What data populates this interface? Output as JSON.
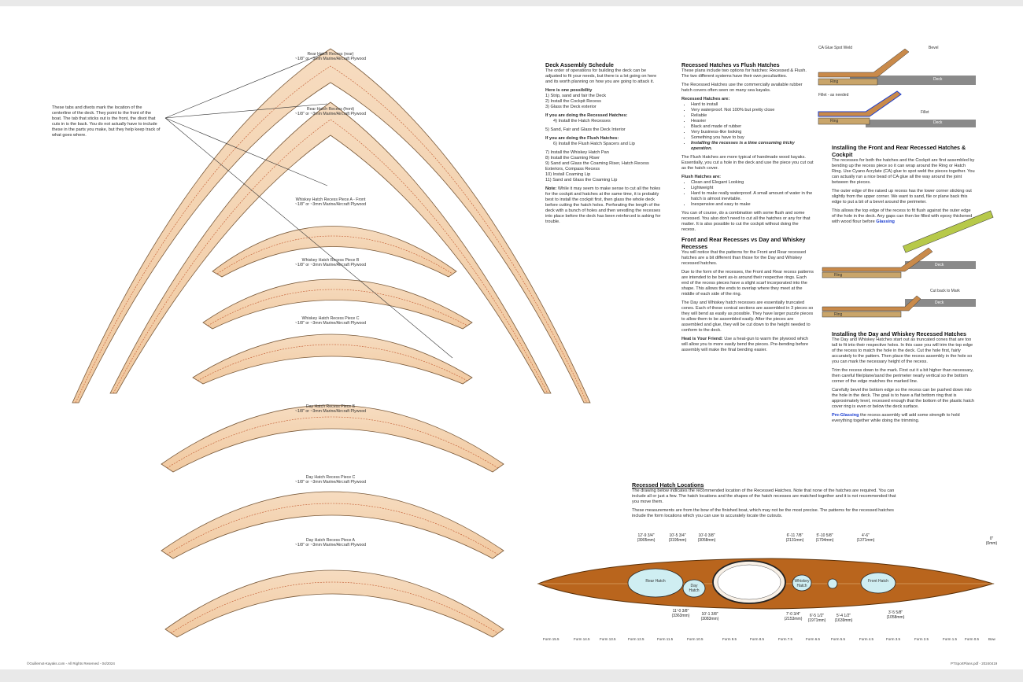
{
  "note_left": "These tabs and divots mark the location of the centerline of the deck. They point to the front of the boat. The tab that sticks out is the front, the divot that cuts in is the back. You do not actually have to include these in the parts you make, but they help keep track of what goes where.",
  "pieces": [
    {
      "title": "Rear Hatch Recess (rear)",
      "sub": "~1/8\" or ~3mm Marine/Aircraft Plywood"
    },
    {
      "title": "Rear Hatch Recess (front)",
      "sub": "~1/8\" or ~3mm Marine/Aircraft Plywood"
    },
    {
      "title": "Whiskey Hatch Recess Piece A - Front",
      "sub": "~1/8\" or ~3mm Marine/Aircraft Plywood"
    },
    {
      "title": "Whiskey Hatch Recess Piece B",
      "sub": "~1/8\" or ~3mm Marine/Aircraft Plywood"
    },
    {
      "title": "Whiskey Hatch Recess Piece C",
      "sub": "~1/8\" or ~3mm Marine/Aircraft Plywood"
    },
    {
      "title": "Day Hatch Recess Piece B",
      "sub": "~1/8\" or ~3mm Marine/Aircraft Plywood"
    },
    {
      "title": "Day Hatch Recess Piece C",
      "sub": "~1/8\" or ~3mm Marine/Aircraft Plywood"
    },
    {
      "title": "Day Hatch Recess Piece A",
      "sub": "~1/8\" or ~3mm Marine/Aircraft Plywood"
    }
  ],
  "col1": {
    "title": "Deck Assembly Schedule",
    "intro": "The order of operations for building the deck can be adjusted to fit your needs, but there is a lot going on here and its worth planning on how you are going to attack it.",
    "possibility": "Here is one possibility",
    "steps_a": [
      "1) Strip, sand and fair the Deck",
      "2) Install the Cockpit Recess",
      "3) Glass the Deck exterior"
    ],
    "recessed_head": "If you are doing the Recessed Hatches:",
    "recessed_step": "4) Install the Hatch Recesses",
    "step5": "5) Sand, Fair and Glass the Deck Interior",
    "flush_head": "If you are doing the Flush Hatches:",
    "flush_step": "6) Install the Flush Hatch Spacers and Lip",
    "steps_b": [
      "7) Install the Whiskey Hatch Pan",
      "8) Install the Coaming Riser",
      "9) Sand and Glass the Coaming Riser, Hatch Recess Exteriors, Compass Recess",
      "10) Install Coaming Lip",
      "11) Sand and Glass the Coaming Lip"
    ],
    "note_label": "Note:",
    "note": "While it may seem to make sense to cut all the holes for the cockpit and hatches at the same time, it is probably best to install the cockpit first, then glass the whole deck before cutting the hatch holes. Perforating the length of the deck with a bunch of holes and then wrestling the recesses into place before the deck has been reinforced is asking for trouble."
  },
  "col2": {
    "title": "Recessed Hatches vs Flush Hatches",
    "intro": "These plans include two options for hatches: Recessed & Flush. The two different systems have their own peculiarities.",
    "recessed_p": "The Recessed Hatches use the commercially available rubber hatch covers often seen on many sea kayaks.",
    "recessed_are": "Recessed Hatches are:",
    "recessed_list": [
      "Hard to install",
      "Very waterproof. Not 100% but pretty close",
      "Reliable",
      "Heavier",
      "Black and made of rubber",
      "Very business-like looking",
      "Something you have to buy",
      "Installing the recesses is a time consuming tricky operation."
    ],
    "flush_p": "The Flush Hatches are more typical of handmade wood kayaks. Essentially, you cut a hole in the deck and use the piece you cut out as the hatch cover.",
    "flush_are": "Flush Hatches are:",
    "flush_list": [
      "Clean and Elegant Looking",
      "Lightweight",
      "Hard to make really waterproof. A small amount of water in the hatch is almost inevitable.",
      "Inexpensive and easy to make"
    ],
    "combo_p": "You can of course, do a combination with some flush and some recessed. You also don't need to cut all the hatches or any for that matter. It is also possible to cut the cockpit without doing the recess.",
    "front_title": "Front and Rear Recesses vs Day and Whiskey Recesses",
    "front_p1": "You will notice that the patterns for the Front and Rear recessed hatches are a bit different than those for the Day and Whiskey recessed hatches.",
    "front_p2": "Due to the form of the recesses, the Front and Rear recess patterns are intended to be bent as-is around their respective rings. Each end of the recess pieces have a slight scarf incorporated into the shape. This allows the ends to overlap where they meet at the middle of each side of the ring.",
    "front_p3": "The Day and Whiskey hatch recesses are essentially truncated cones. Each of these conical sections are assembled in 3 pieces so they will bend as easily as possible. They have larger puzzle pieces to allow them to be assembled easily. After the pieces are assembled and glue, they will be cut down to the height needed to conform to the deck.",
    "heat_label": "Heat is Your Friend:",
    "heat_p": "Use a heat-gun to warm the plywood which will allow you to more easily bend the pieces. Pre-bending before assembly will make the final bending easier."
  },
  "col3": {
    "diag1": {
      "label1": "CA Glue Spot Weld",
      "label2": "Bevel",
      "deck": "Deck",
      "ring": "Ring"
    },
    "diag2": {
      "label1": "Fillet - as needed",
      "label2": "Fillet",
      "deck": "Deck",
      "ring": "Ring"
    },
    "title1": "Installing the Front and Rear Recessed Hatches & Cockpit",
    "p1": "The recesses for both the hatches and the Cockpit are first assembled by bending up the recess piece so it can wrap around the Ring or Hatch Ring. Use Cyano Acrylate (CA) glue to spot weld the pieces together. You can actually run a nice bead of CA glue all the way around the joint between the pieces.",
    "p2": "The outer edge of the raised up recess has the lower corner sticking out slightly from the upper corner. We want to sand, file or plane back this edge to put a bit of a bevel around the perimeter.",
    "p3a": "This allows the top edge of the recess to fit flush against the outer edge of the hole in the deck. Any gaps can then be filled with epoxy thickened with wood flour before ",
    "p3b": "Glassing",
    "diag3": {
      "deck": "Deck",
      "ring": "Ring"
    },
    "diag4": {
      "label": "Cut back to Mark",
      "deck": "Deck",
      "ring": "Ring"
    },
    "title2": "Installing the Day and Whiskey Recessed Hatches",
    "p4": "The Day and Whiskey Hatches start out as truncated cones that are too tall to fit into their respective holes. In this case you will trim the top edge of the recess to match the hole in the deck. Cut the hole first, fairly accurately to the pattern. Then place the recess assembly in the hole so you can mark the necessary height of the recess.",
    "p5": "Trim the recess down to the mark. First cut it a bit higher than necessary, then careful file/plane/sand the perimeter nearly vertical so the bottom corner of the edge matches the marked line.",
    "p6": "Carefully bevel the bottom edge so the recess can be pushed down into the hole in the deck. The goal is to have a flat bottom ring that is approximately level, recessed enough that the bottom of the plastic hatch cover ring is even or below the deck surface.",
    "p7a": "Pre-Glassing",
    "p7b": " the recess assembly will add some strength to hold everything together while doing the trimming."
  },
  "locations": {
    "title": "Recessed Hatch Locations",
    "p1": "The drawing below indicates the recommended location of the Recessed Hatches. Note that none of the hatches are required. You can include all or just a few. The hatch locations and the shapes of the hatch recesses are matched together and it is not recommended that you move them.",
    "p2": "These measurements are from the bow of the finished boat, which may not be the most precise. The patterns for the recessed hatches include the form locations which you can use to accurately locate the cutouts.",
    "top_dims": [
      {
        "a": "12'-9 3/4\"",
        "b": "(3905mm)"
      },
      {
        "a": "10'-5 3/4\"",
        "b": "(3195mm)"
      },
      {
        "a": "10'-0 3/8\"",
        "b": "(3058mm)"
      },
      {
        "a": "6'-11 7/8\"",
        "b": "(2131mm)"
      },
      {
        "a": "5'-10 5/8\"",
        "b": "(1794mm)"
      },
      {
        "a": "4'-6\"",
        "b": "(1371mm)"
      },
      {
        "a": "0\"",
        "b": "(0mm)"
      }
    ],
    "bottom_dims": [
      {
        "a": "11'-0 3/8\"",
        "b": "(3363mm)"
      },
      {
        "a": "10'-1 3/8\"",
        "b": "(3083mm)"
      },
      {
        "a": "7'-0 3/4\"",
        "b": "(2153mm)"
      },
      {
        "a": "6'-5 1/2\"",
        "b": "(1971mm)"
      },
      {
        "a": "5'-4 1/2\"",
        "b": "(1639mm)"
      },
      {
        "a": "3'-5 5/8\"",
        "b": "(1058mm)"
      }
    ],
    "hatches": [
      "Rear Hatch",
      "Day Hatch",
      "Whiskey Hatch",
      "Front Hatch"
    ],
    "forms": [
      "Form 15.5",
      "Form 14.5",
      "Form 13.5",
      "Form 12.5",
      "Form 11.5",
      "Form 10.5",
      "Form 9.5",
      "Form 8.5",
      "Form 7.5",
      "Form 6.5",
      "Form 5.5",
      "Form 4.5",
      "Form 3.5",
      "Form 2.5",
      "Form 1.5",
      "Form 0.5",
      "Bow"
    ]
  },
  "footer": {
    "left": "©Guillemot-Kayaks.com - All Rights Reserved - 04/2024",
    "right": "PTSportPlans.pdf - 20240419"
  }
}
